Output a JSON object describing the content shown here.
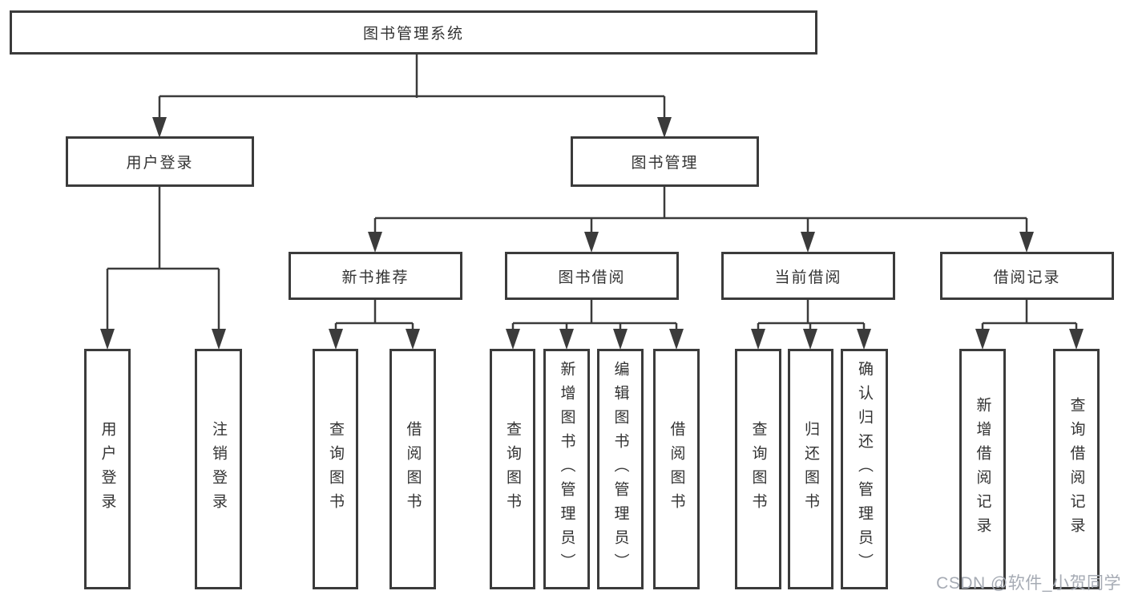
{
  "diagram": {
    "type": "hierarchy-tree",
    "orientation": "top-down"
  },
  "colors": {
    "line": "#3b3b3b",
    "border": "#3b3b3b",
    "text": "#333333",
    "watermark": "#a6abb4",
    "background": "#ffffff"
  },
  "tree": {
    "root": "图书管理系统",
    "children": [
      {
        "label": "用户登录",
        "children": [
          "用户登录",
          "注销登录"
        ]
      },
      {
        "label": "图书管理",
        "children": [
          {
            "label": "新书推荐",
            "children": [
              "查询图书",
              "借阅图书"
            ]
          },
          {
            "label": "图书借阅",
            "children": [
              "查询图书",
              "新增图书（管理员）",
              "编辑图书（管理员）",
              "借阅图书"
            ]
          },
          {
            "label": "当前借阅",
            "children": [
              "查询图书",
              "归还图书",
              "确认归还（管理员）"
            ]
          },
          {
            "label": "借阅记录",
            "children": [
              "新增借阅记录",
              "查询借阅记录"
            ]
          }
        ]
      }
    ]
  },
  "watermark": "CSDN @软件_小贺同学"
}
